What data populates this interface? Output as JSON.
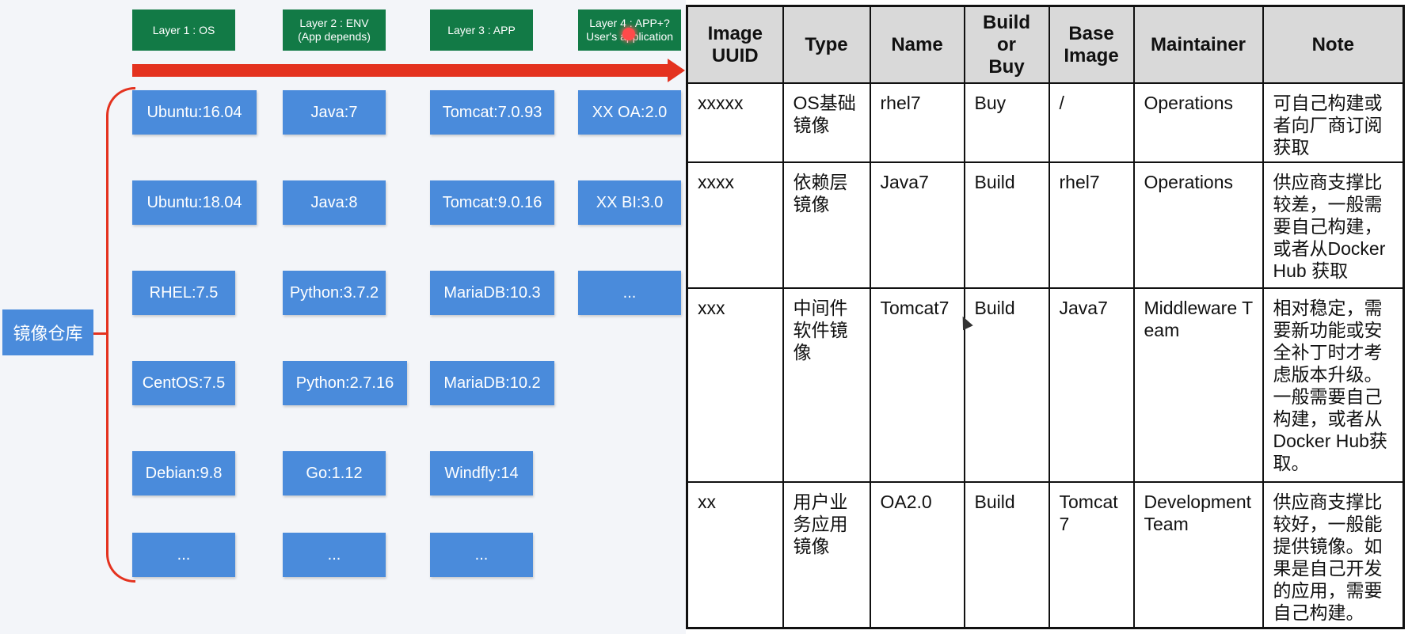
{
  "layers": [
    {
      "label": "Layer 1 : OS"
    },
    {
      "label": "Layer 2 : ENV\n(App depends)"
    },
    {
      "label": "Layer 3 : APP"
    },
    {
      "label": "Layer 4 : APP+?\nUser's application"
    }
  ],
  "repo_label": "镜像仓库",
  "columns": [
    [
      "Ubuntu:16.04",
      "Ubuntu:18.04",
      "RHEL:7.5",
      "CentOS:7.5",
      "Debian:9.8",
      "..."
    ],
    [
      "Java:7",
      "Java:8",
      "Python:3.7.2",
      "Python:2.7.16",
      "Go:1.12",
      "..."
    ],
    [
      "Tomcat:7.0.93",
      "Tomcat:9.0.16",
      "MariaDB:10.3",
      "MariaDB:10.2",
      "Windfly:14",
      "..."
    ],
    [
      "XX OA:2.0",
      "XX BI:3.0",
      "..."
    ]
  ],
  "table": {
    "headers": [
      "Image\nUUID",
      "Type",
      "Name",
      "Build\nor\nBuy",
      "Base\nImage",
      "Maintainer",
      "Note"
    ],
    "rows": [
      [
        "xxxxx",
        "OS基础镜像",
        "rhel7",
        "Buy",
        "/",
        "Operations",
        "可自己构建或者向厂商订阅获取"
      ],
      [
        "xxxx",
        "依赖层镜像",
        "Java7",
        "Build",
        "rhel7",
        "Operations",
        "供应商支撑比较差，一般需要自己构建，或者从Docker Hub 获取"
      ],
      [
        "xxx",
        "中间件软件镜像",
        "Tomcat7",
        "Build",
        "Java7",
        "Middleware Team",
        "相对稳定，需要新功能或安全补丁时才考虑版本升级。一般需要自己构建，或者从Docker Hub获取。"
      ],
      [
        "xx",
        "用户业务应用镜像",
        "OA2.0",
        "Build",
        "Tomcat7",
        "Development Team",
        "供应商支撑比较好，一般能提供镜像。如果是自己开发的应用，需要自己构建。"
      ]
    ]
  },
  "colors": {
    "layer_head": "#127a46",
    "tag": "#4a8bdb",
    "arrow": "#e4321f"
  }
}
